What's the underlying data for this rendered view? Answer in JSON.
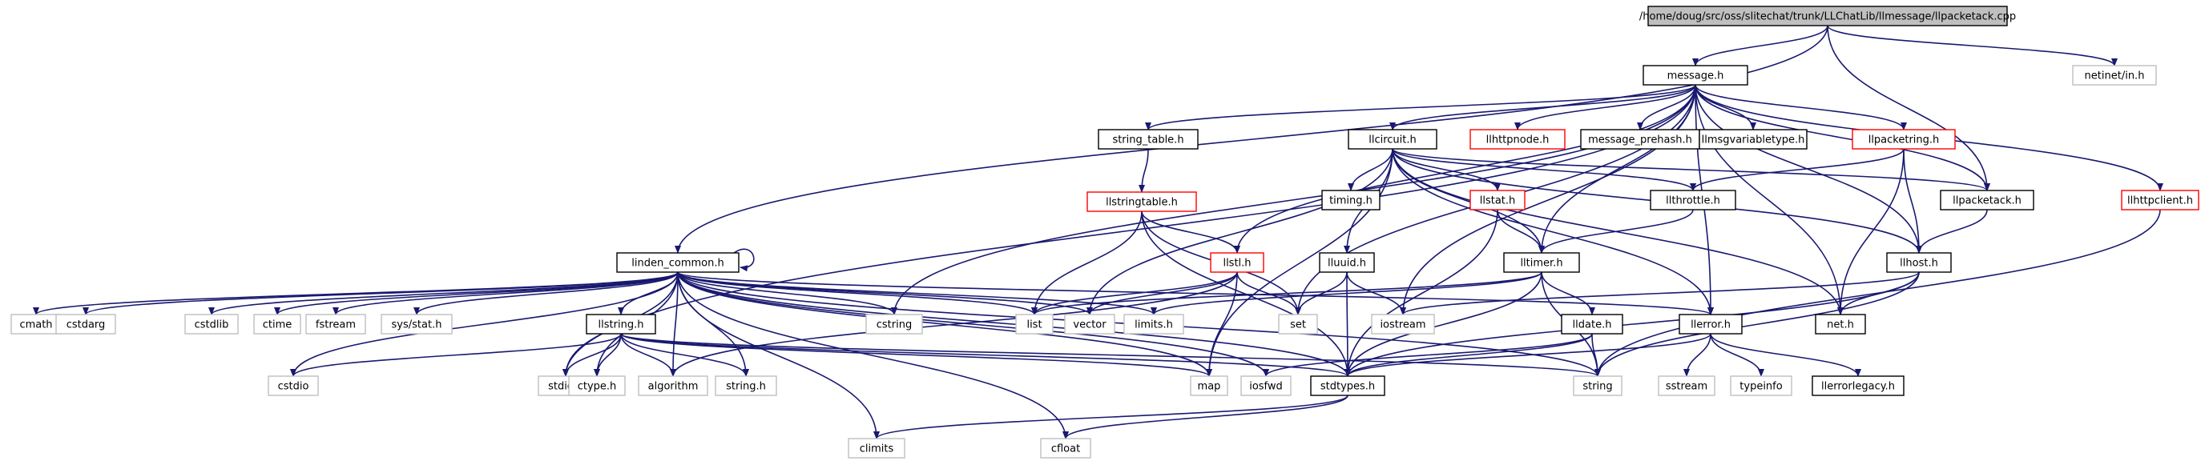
{
  "colors": {
    "edge": "#191970",
    "root_fill": "#bfbfbf",
    "box_black": "#000000",
    "box_red": "#ff0000",
    "box_gray": "#bfbfbf",
    "text": "#000000"
  },
  "nodes": [
    {
      "id": "root",
      "label": "/home/doug/src/oss/slitechat/trunk/LLChatLib/llmessage/llpacketack.cpp",
      "style": "root"
    },
    {
      "id": "message_h",
      "label": "message.h",
      "style": "black"
    },
    {
      "id": "netinet_in_h",
      "label": "netinet/in.h",
      "style": "gray"
    },
    {
      "id": "string_table_h",
      "label": "string_table.h",
      "style": "black"
    },
    {
      "id": "llcircuit_h",
      "label": "llcircuit.h",
      "style": "black"
    },
    {
      "id": "llhttpnode_h",
      "label": "llhttpnode.h",
      "style": "red"
    },
    {
      "id": "message_prehash_h",
      "label": "message_prehash.h",
      "style": "black"
    },
    {
      "id": "llmsgvariabletype_h",
      "label": "llmsgvariabletype.h",
      "style": "black"
    },
    {
      "id": "llpacketring_h",
      "label": "llpacketring.h",
      "style": "red"
    },
    {
      "id": "llstringtable_h",
      "label": "llstringtable.h",
      "style": "red"
    },
    {
      "id": "timing_h",
      "label": "timing.h",
      "style": "black"
    },
    {
      "id": "llstat_h",
      "label": "llstat.h",
      "style": "red"
    },
    {
      "id": "llthrottle_h",
      "label": "llthrottle.h",
      "style": "black"
    },
    {
      "id": "llpacketack_h",
      "label": "llpacketack.h",
      "style": "black"
    },
    {
      "id": "llhttpclient_h",
      "label": "llhttpclient.h",
      "style": "red"
    },
    {
      "id": "linden_common_h",
      "label": "linden_common.h",
      "style": "black"
    },
    {
      "id": "llstl_h",
      "label": "llstl.h",
      "style": "red"
    },
    {
      "id": "lluuid_h",
      "label": "lluuid.h",
      "style": "black"
    },
    {
      "id": "lltimer_h",
      "label": "lltimer.h",
      "style": "black"
    },
    {
      "id": "llhost_h",
      "label": "llhost.h",
      "style": "black"
    },
    {
      "id": "cmath",
      "label": "cmath",
      "style": "gray"
    },
    {
      "id": "cstdarg",
      "label": "cstdarg",
      "style": "gray"
    },
    {
      "id": "cstdlib",
      "label": "cstdlib",
      "style": "gray"
    },
    {
      "id": "ctime",
      "label": "ctime",
      "style": "gray"
    },
    {
      "id": "fstream",
      "label": "fstream",
      "style": "gray"
    },
    {
      "id": "sys_stat_h",
      "label": "sys/stat.h",
      "style": "gray"
    },
    {
      "id": "llstring_h",
      "label": "llstring.h",
      "style": "black"
    },
    {
      "id": "cstring",
      "label": "cstring",
      "style": "gray"
    },
    {
      "id": "list",
      "label": "list",
      "style": "gray"
    },
    {
      "id": "vector",
      "label": "vector",
      "style": "gray"
    },
    {
      "id": "limits_h",
      "label": "limits.h",
      "style": "gray"
    },
    {
      "id": "set",
      "label": "set",
      "style": "gray"
    },
    {
      "id": "iostream",
      "label": "iostream",
      "style": "gray"
    },
    {
      "id": "llerror_h",
      "label": "llerror.h",
      "style": "black"
    },
    {
      "id": "net_h",
      "label": "net.h",
      "style": "black"
    },
    {
      "id": "lldate_h",
      "label": "lldate.h",
      "style": "black"
    },
    {
      "id": "cstdio",
      "label": "cstdio",
      "style": "gray"
    },
    {
      "id": "stdio_h",
      "label": "stdio.h",
      "style": "gray"
    },
    {
      "id": "ctype_h",
      "label": "ctype.h",
      "style": "gray"
    },
    {
      "id": "algorithm",
      "label": "algorithm",
      "style": "gray"
    },
    {
      "id": "string_h",
      "label": "string.h",
      "style": "gray"
    },
    {
      "id": "map",
      "label": "map",
      "style": "gray"
    },
    {
      "id": "iosfwd",
      "label": "iosfwd",
      "style": "gray"
    },
    {
      "id": "stdtypes_h",
      "label": "stdtypes.h",
      "style": "black"
    },
    {
      "id": "string",
      "label": "string",
      "style": "gray"
    },
    {
      "id": "sstream",
      "label": "sstream",
      "style": "gray"
    },
    {
      "id": "typeinfo",
      "label": "typeinfo",
      "style": "gray"
    },
    {
      "id": "llerrorlegacy_h",
      "label": "llerrorlegacy.h",
      "style": "black"
    },
    {
      "id": "climits",
      "label": "climits",
      "style": "gray"
    },
    {
      "id": "cfloat",
      "label": "cfloat",
      "style": "gray"
    }
  ],
  "edges": [
    [
      "root",
      "message_h"
    ],
    [
      "root",
      "netinet_in_h"
    ],
    [
      "root",
      "linden_common_h"
    ],
    [
      "root",
      "llpacketack_h"
    ],
    [
      "message_h",
      "cstring"
    ],
    [
      "message_h",
      "set"
    ],
    [
      "message_h",
      "iostream"
    ],
    [
      "message_h",
      "stdio_h"
    ],
    [
      "message_h",
      "llerror_h"
    ],
    [
      "message_h",
      "net_h"
    ],
    [
      "message_h",
      "string_table_h"
    ],
    [
      "message_h",
      "llcircuit_h"
    ],
    [
      "message_h",
      "lltimer_h"
    ],
    [
      "message_h",
      "llpacketring_h"
    ],
    [
      "message_h",
      "llhost_h"
    ],
    [
      "message_h",
      "llhttpclient_h"
    ],
    [
      "message_h",
      "llhttpnode_h"
    ],
    [
      "message_h",
      "llpacketack_h"
    ],
    [
      "message_h",
      "message_prehash_h"
    ],
    [
      "message_h",
      "llstl_h"
    ],
    [
      "message_h",
      "llmsgvariabletype_h"
    ],
    [
      "string_table_h",
      "llstringtable_h"
    ],
    [
      "llstringtable_h",
      "stdtypes_h"
    ],
    [
      "llstringtable_h",
      "llstl_h"
    ],
    [
      "llstringtable_h",
      "list"
    ],
    [
      "llstringtable_h",
      "set"
    ],
    [
      "llcircuit_h",
      "map"
    ],
    [
      "llcircuit_h",
      "vector"
    ],
    [
      "llcircuit_h",
      "llerror_h"
    ],
    [
      "llcircuit_h",
      "lltimer_h"
    ],
    [
      "llcircuit_h",
      "timing_h"
    ],
    [
      "llcircuit_h",
      "net_h"
    ],
    [
      "llcircuit_h",
      "llhost_h"
    ],
    [
      "llcircuit_h",
      "llpacketack_h"
    ],
    [
      "llcircuit_h",
      "lluuid_h"
    ],
    [
      "llcircuit_h",
      "llthrottle_h"
    ],
    [
      "llcircuit_h",
      "llstat_h"
    ],
    [
      "llstat_h",
      "lltimer_h"
    ],
    [
      "llstat_h",
      "stdtypes_h"
    ],
    [
      "llthrottle_h",
      "lltimer_h"
    ],
    [
      "llpacketring_h",
      "llhost_h"
    ],
    [
      "llpacketring_h",
      "net_h"
    ],
    [
      "llpacketring_h",
      "llthrottle_h"
    ],
    [
      "llpacketack_h",
      "llhost_h"
    ],
    [
      "llhost_h",
      "iostream"
    ],
    [
      "llhost_h",
      "stdtypes_h"
    ],
    [
      "llhost_h",
      "net_h"
    ],
    [
      "llhost_h",
      "string"
    ],
    [
      "llhttpclient_h",
      "string"
    ],
    [
      "lluuid_h",
      "iostream"
    ],
    [
      "lluuid_h",
      "set"
    ],
    [
      "lluuid_h",
      "stdtypes_h"
    ],
    [
      "lltimer_h",
      "limits_h"
    ],
    [
      "lltimer_h",
      "stdtypes_h"
    ],
    [
      "lltimer_h",
      "lldate_h"
    ],
    [
      "lltimer_h",
      "string"
    ],
    [
      "lltimer_h",
      "list"
    ],
    [
      "llstl_h",
      "map"
    ],
    [
      "llstl_h",
      "list"
    ],
    [
      "llstl_h",
      "vector"
    ],
    [
      "llstl_h",
      "set"
    ],
    [
      "llstl_h",
      "algorithm"
    ],
    [
      "lldate_h",
      "iosfwd"
    ],
    [
      "lldate_h",
      "string"
    ],
    [
      "lldate_h",
      "stdtypes_h"
    ],
    [
      "llerror_h",
      "sstream"
    ],
    [
      "llerror_h",
      "typeinfo"
    ],
    [
      "llerror_h",
      "llerrorlegacy_h"
    ],
    [
      "llerror_h",
      "stdtypes_h"
    ],
    [
      "stdtypes_h",
      "cfloat"
    ],
    [
      "stdtypes_h",
      "climits"
    ],
    [
      "linden_common_h",
      "cmath"
    ],
    [
      "linden_common_h",
      "cstdarg"
    ],
    [
      "linden_common_h",
      "cstdio"
    ],
    [
      "linden_common_h",
      "cstdlib"
    ],
    [
      "linden_common_h",
      "ctime"
    ],
    [
      "linden_common_h",
      "iosfwd"
    ],
    [
      "linden_common_h",
      "fstream"
    ],
    [
      "linden_common_h",
      "sys_stat_h"
    ],
    [
      "linden_common_h",
      "llstring_h"
    ],
    [
      "linden_common_h",
      "cstring"
    ],
    [
      "linden_common_h",
      "list"
    ],
    [
      "linden_common_h",
      "vector"
    ],
    [
      "linden_common_h",
      "limits_h"
    ],
    [
      "linden_common_h",
      "algorithm"
    ],
    [
      "linden_common_h",
      "map"
    ],
    [
      "linden_common_h",
      "stdtypes_h"
    ],
    [
      "linden_common_h",
      "llerror_h"
    ],
    [
      "linden_common_h",
      "string"
    ],
    [
      "linden_common_h",
      "climits"
    ],
    [
      "linden_common_h",
      "cfloat"
    ],
    [
      "linden_common_h",
      "stdio_h"
    ],
    [
      "linden_common_h",
      "ctype_h"
    ],
    [
      "linden_common_h",
      "string_h"
    ],
    [
      "linden_common_h",
      "linden_common_h"
    ],
    [
      "llstring_h",
      "cstdio"
    ],
    [
      "llstring_h",
      "stdio_h"
    ],
    [
      "llstring_h",
      "ctype_h"
    ],
    [
      "llstring_h",
      "algorithm"
    ],
    [
      "llstring_h",
      "string_h"
    ],
    [
      "llstring_h",
      "map"
    ],
    [
      "llstring_h",
      "stdtypes_h"
    ],
    [
      "llstring_h",
      "string"
    ]
  ]
}
